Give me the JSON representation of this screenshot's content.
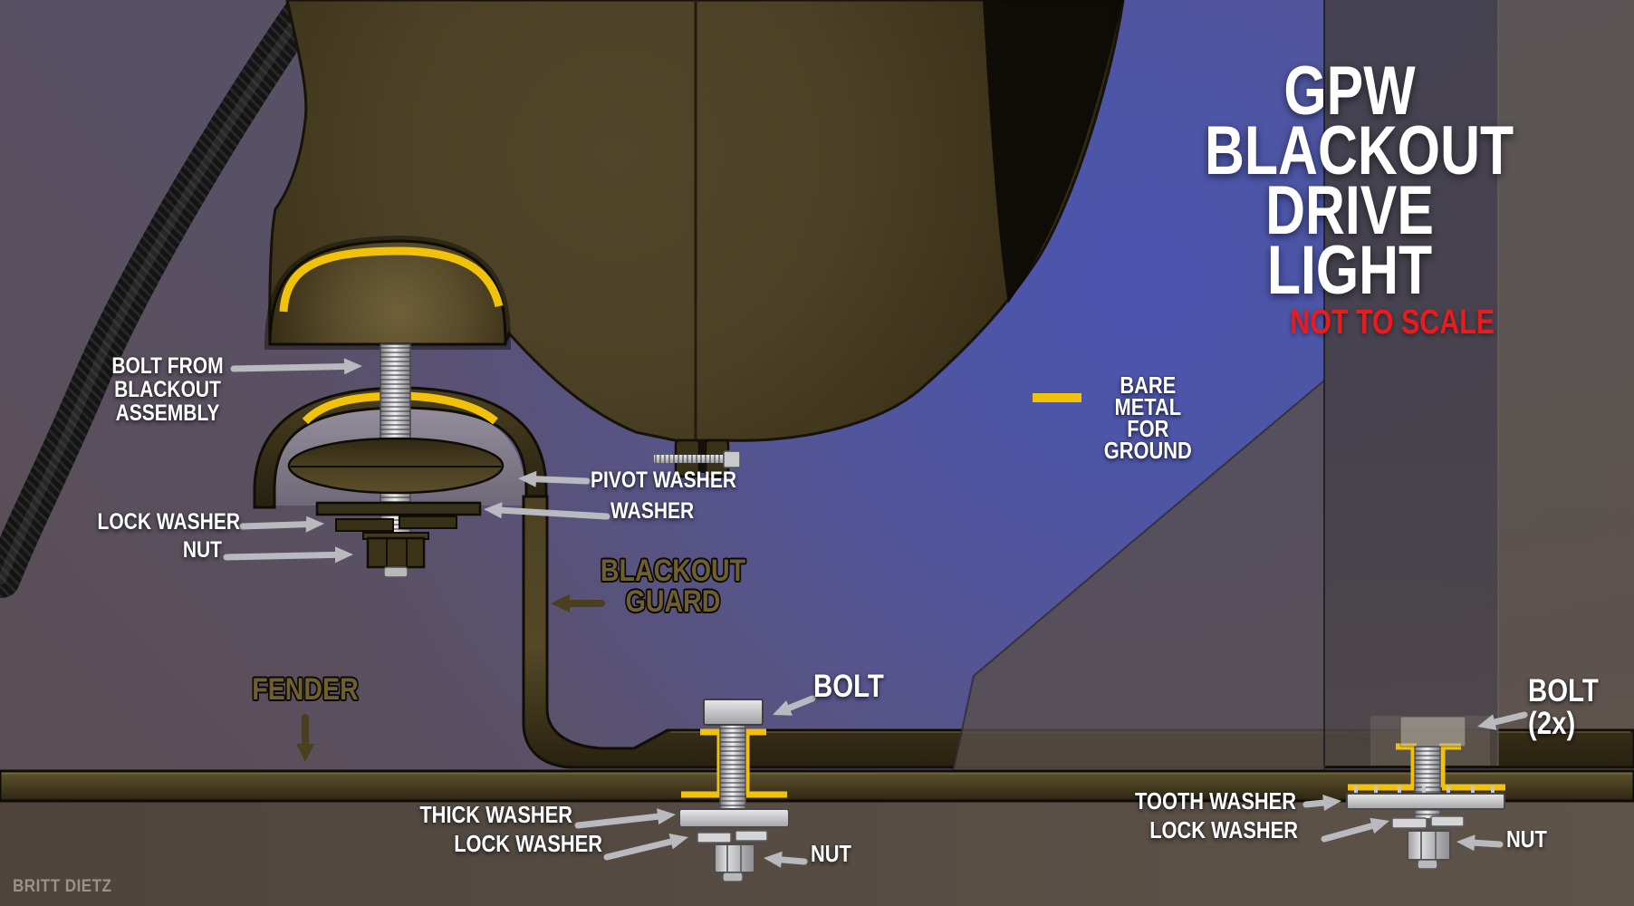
{
  "title": {
    "line1": "GPW",
    "line2": "BLACKOUT",
    "line3": "DRIVE LIGHT",
    "note": "NOT TO SCALE"
  },
  "legend": {
    "line1": "BARE METAL",
    "line2": "FOR GROUND",
    "swatch_color": "#F2C20A",
    "swatch_meaning": "bare-metal-for-ground"
  },
  "callouts": {
    "bolt_from_1": "BOLT FROM",
    "bolt_from_2": "BLACKOUT",
    "bolt_from_3": "ASSEMBLY",
    "pivot_washer": "PIVOT WASHER",
    "washer": "WASHER",
    "lock_washer_top": "LOCK WASHER",
    "nut_top": "NUT",
    "blackout_guard_1": "BLACKOUT",
    "blackout_guard_2": "GUARD",
    "fender": "FENDER",
    "bolt_left": "BOLT",
    "thick_washer": "THICK WASHER",
    "lock_washer_bottom_left": "LOCK WASHER",
    "nut_bottom_left": "NUT",
    "tooth_washer": "TOOTH WASHER",
    "lock_washer_bottom_right": "LOCK WASHER",
    "nut_bottom_right": "NUT",
    "bolt_right_1": "BOLT",
    "bolt_right_2": "(2x)"
  },
  "credit": "BRITT DIETZ",
  "colors": {
    "ground_yellow": "#F2C20A",
    "note_red": "#EA1B1C",
    "background_blue": "#4B55B0",
    "background_purple": "#5A5270",
    "olive_drab": "#4C4126",
    "metal_gray": "#D9D9DC",
    "label_white": "#FFFFFF",
    "label_olive": "#6F5F30",
    "credit_gray": "#98928B"
  }
}
